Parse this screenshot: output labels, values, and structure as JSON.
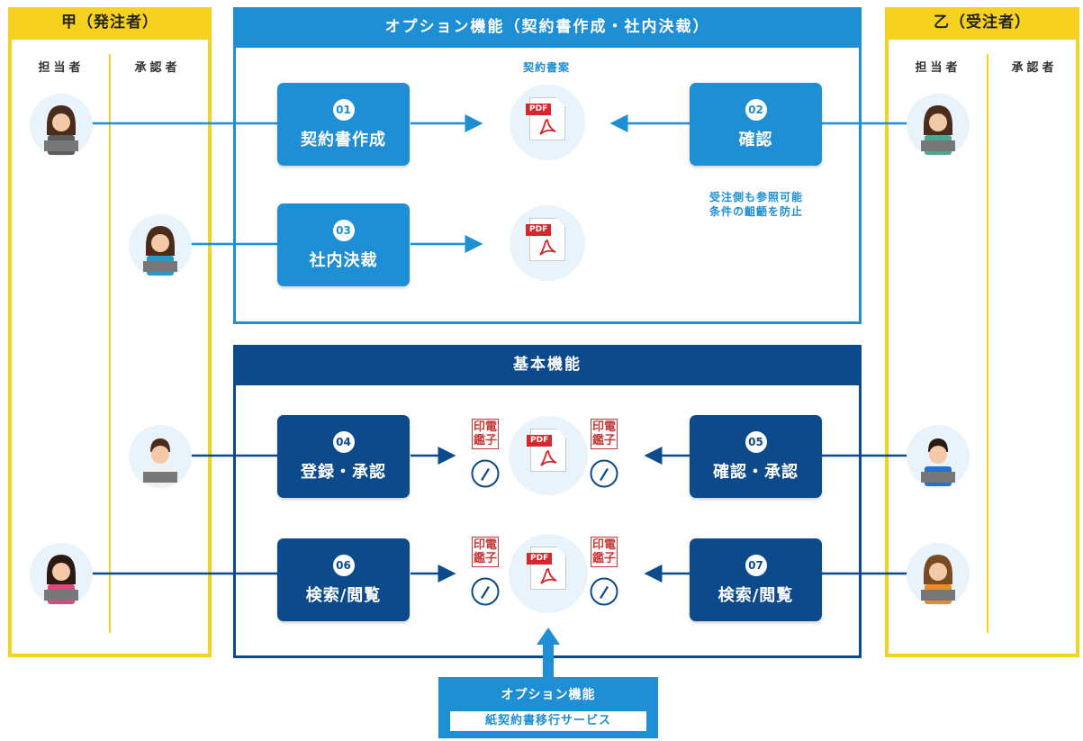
{
  "colors": {
    "party_frame": "#f6d21f",
    "option_blue": "#1e8ed5",
    "basic_navy": "#0d4a8c",
    "stamp_red": "#c43a3a",
    "pdf_red": "#d6272e"
  },
  "party_a": {
    "title": "甲（発注者）",
    "roles": [
      "担当者",
      "承認者"
    ],
    "people": [
      {
        "icon": "woman-staff-icon",
        "color": "#5c5c5c"
      },
      {
        "icon": "woman-approver-icon",
        "color": "#2a97c9"
      },
      {
        "icon": "man-approver-icon",
        "color": "#f1f1f1"
      },
      {
        "icon": "woman-staff-icon",
        "color": "#e0457b"
      }
    ]
  },
  "party_b": {
    "title": "乙（受注者）",
    "roles": [
      "担当者",
      "承認者"
    ],
    "people": [
      {
        "icon": "woman-staff-icon",
        "color": "#4aa88c"
      },
      {
        "icon": "man-staff-icon",
        "color": "#2a6fd6"
      },
      {
        "icon": "woman-staff-icon",
        "color": "#f08a24"
      }
    ]
  },
  "option_group": {
    "title": "オプション機能（契約書作成・社内決裁）",
    "pdf_caption": "契約書案",
    "note_lines": [
      "受注側も参照可能",
      "条件の齟齬を防止"
    ],
    "steps": [
      {
        "num": "01",
        "label": "契約書作成"
      },
      {
        "num": "02",
        "label": "確認"
      },
      {
        "num": "03",
        "label": "社内決裁"
      }
    ]
  },
  "basic_group": {
    "title": "基本機能",
    "steps": [
      {
        "num": "04",
        "label": "登録・承認"
      },
      {
        "num": "05",
        "label": "確認・承認"
      },
      {
        "num": "06",
        "label": "検索/閲覧"
      },
      {
        "num": "07",
        "label": "検索/閲覧"
      }
    ]
  },
  "doc": {
    "pdf_tag": "PDF",
    "stamp_top": "印電",
    "stamp_bottom": "鑑子"
  },
  "bottom_option": {
    "title": "オプション機能",
    "subtitle": "紙契約書移行サービス"
  }
}
